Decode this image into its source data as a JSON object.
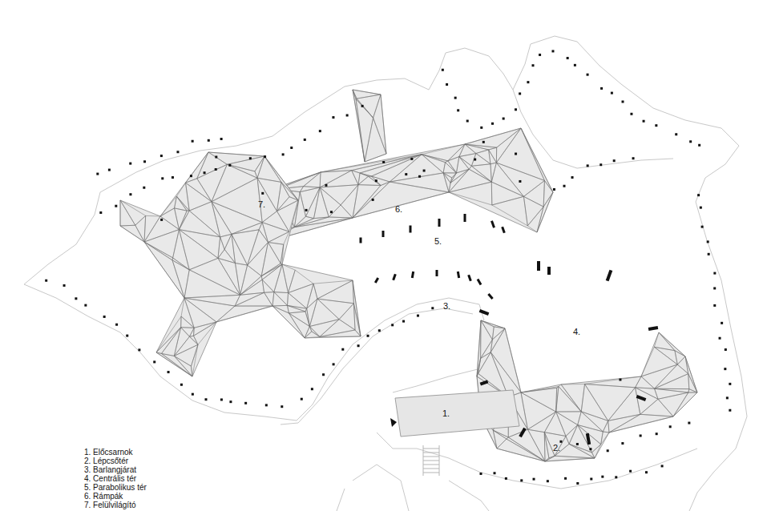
{
  "diagram": {
    "labels": [
      "7.",
      "6.",
      "5.",
      "3.",
      "4.",
      "1.",
      "2.",
      "1. Előcsarnok",
      "2. Lépcsőtér",
      "3. Barlangjárat",
      "4. Centrális tér",
      "5. Parabolikus tér",
      "6. Rámpák",
      "7. Felülvilágító"
    ]
  }
}
